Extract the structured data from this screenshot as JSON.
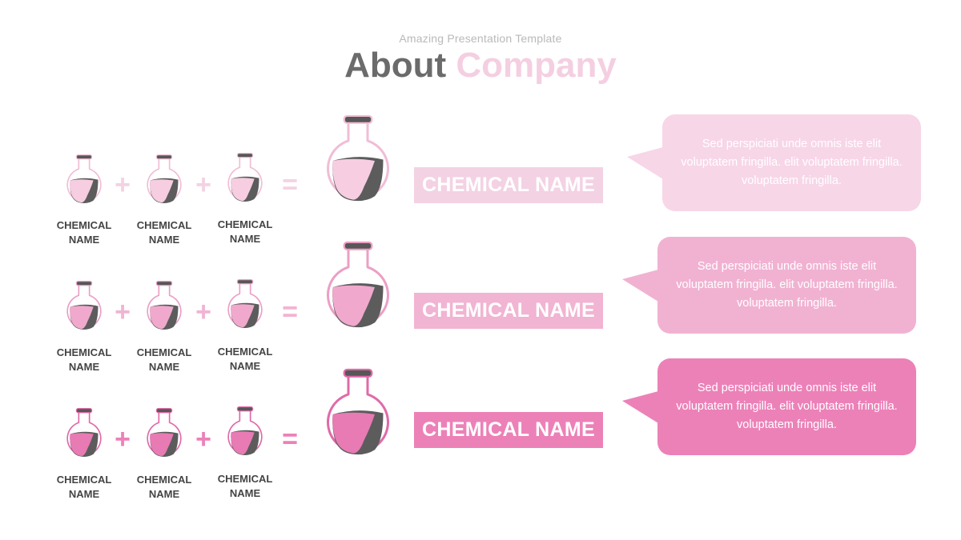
{
  "header": {
    "subtitle": "Amazing Presentation Template",
    "title_part1": "About",
    "title_part2": "Company"
  },
  "operators": {
    "plus": "+",
    "equals": "="
  },
  "rows": [
    {
      "colors": {
        "accent": "#f3d2e3",
        "liquid": "#f6cde1",
        "outline": "#f1bdd6"
      },
      "ingredients": [
        {
          "line1": "CHEMICAL",
          "line2": "NAME"
        },
        {
          "line1": "CHEMICAL",
          "line2": "NAME"
        },
        {
          "line1": "CHEMICAL",
          "line2": "NAME"
        }
      ],
      "result": "CHEMICAL NAME",
      "description": "Sed perspiciati unde omnis iste elit voluptatem fringilla. elit voluptatem fringilla. voluptatem fringilla."
    },
    {
      "colors": {
        "accent": "#f1b4d2",
        "liquid": "#f0a9cd",
        "outline": "#eb9fc6"
      },
      "ingredients": [
        {
          "line1": "CHEMICAL",
          "line2": "NAME"
        },
        {
          "line1": "CHEMICAL",
          "line2": "NAME"
        },
        {
          "line1": "CHEMICAL",
          "line2": "NAME"
        }
      ],
      "result": "CHEMICAL NAME",
      "description": "Sed perspiciati unde omnis iste elit voluptatem fringilla. elit voluptatem fringilla. voluptatem fringilla."
    },
    {
      "colors": {
        "accent": "#ec81b8",
        "liquid": "#e87ab4",
        "outline": "#e06aa9"
      },
      "ingredients": [
        {
          "line1": "CHEMICAL",
          "line2": "NAME"
        },
        {
          "line1": "CHEMICAL",
          "line2": "NAME"
        },
        {
          "line1": "CHEMICAL",
          "line2": "NAME"
        }
      ],
      "result": "CHEMICAL NAME",
      "description": "Sed perspiciati unde omnis iste elit voluptatem fringilla. elit voluptatem fringilla. voluptatem fringilla."
    }
  ]
}
